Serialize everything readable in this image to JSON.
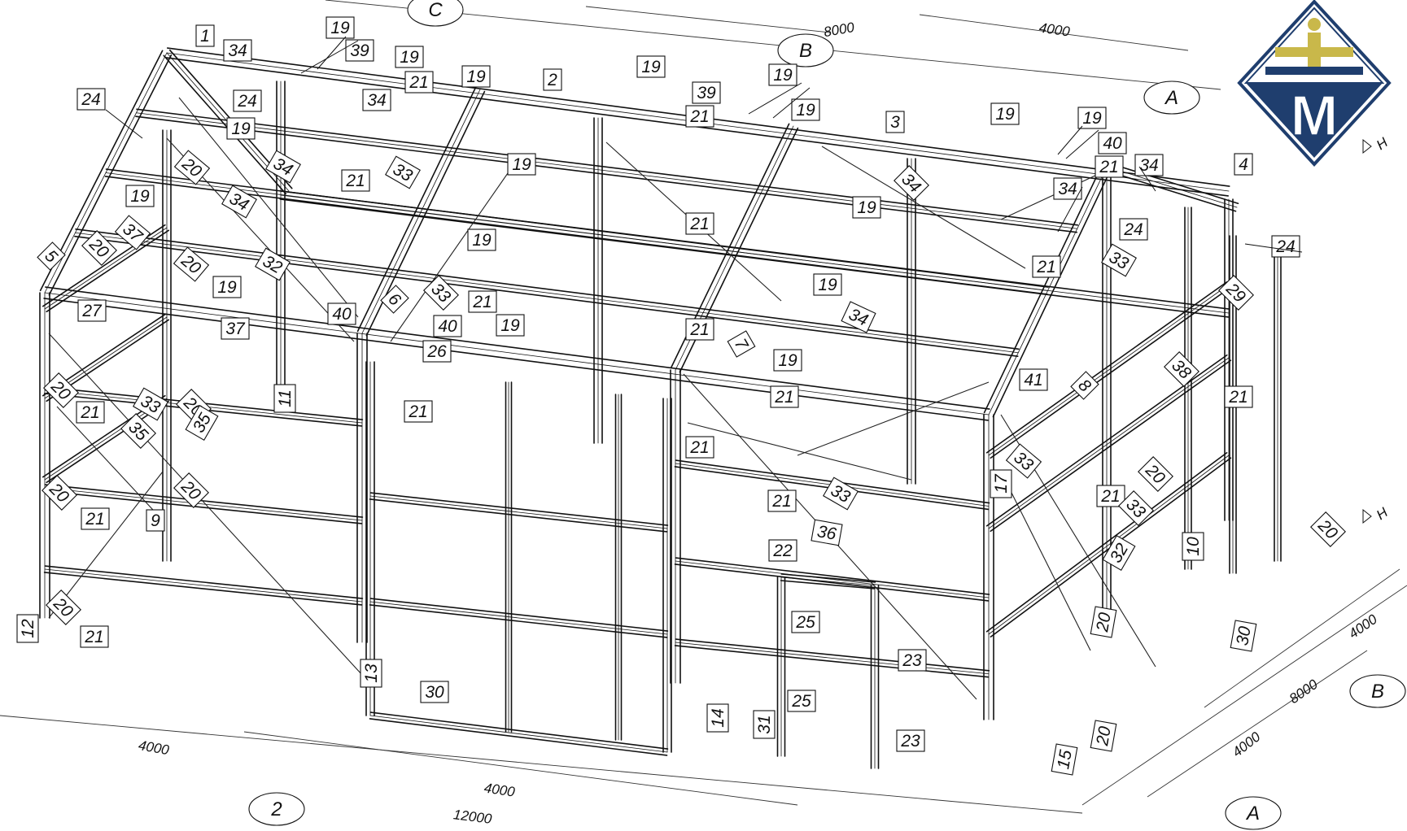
{
  "tags": [
    {
      "id": "t1",
      "text": "1"
    },
    {
      "id": "t2",
      "text": "34"
    },
    {
      "id": "t3",
      "text": "19"
    },
    {
      "id": "t4",
      "text": "39"
    },
    {
      "id": "t5",
      "text": "19"
    },
    {
      "id": "t6",
      "text": "21"
    },
    {
      "id": "t7",
      "text": "19"
    },
    {
      "id": "t8",
      "text": "2"
    },
    {
      "id": "t9",
      "text": "19"
    },
    {
      "id": "t10",
      "text": "39"
    },
    {
      "id": "t11",
      "text": "19"
    },
    {
      "id": "t12",
      "text": "21"
    },
    {
      "id": "t13",
      "text": "19"
    },
    {
      "id": "t14",
      "text": "3"
    },
    {
      "id": "t15",
      "text": "19"
    },
    {
      "id": "t16",
      "text": "19"
    },
    {
      "id": "t17",
      "text": "40"
    },
    {
      "id": "t18",
      "text": "21"
    },
    {
      "id": "t19",
      "text": "34"
    },
    {
      "id": "t20",
      "text": "4"
    },
    {
      "id": "t21",
      "text": "24"
    },
    {
      "id": "t22",
      "text": "24"
    },
    {
      "id": "t23",
      "text": "19"
    },
    {
      "id": "t24",
      "text": "34"
    },
    {
      "id": "t25",
      "text": "19"
    },
    {
      "id": "t26",
      "text": "34"
    },
    {
      "id": "t27",
      "text": "20"
    },
    {
      "id": "t28",
      "text": "33"
    },
    {
      "id": "t29",
      "text": "21"
    },
    {
      "id": "t30",
      "text": "34"
    },
    {
      "id": "t31",
      "text": "19"
    },
    {
      "id": "t32",
      "text": "37"
    },
    {
      "id": "t33",
      "text": "5"
    },
    {
      "id": "t34",
      "text": "20"
    },
    {
      "id": "t35",
      "text": "20"
    },
    {
      "id": "t36",
      "text": "32"
    },
    {
      "id": "t37",
      "text": "19"
    },
    {
      "id": "t38",
      "text": "34"
    },
    {
      "id": "t39",
      "text": "19"
    },
    {
      "id": "t40",
      "text": "21"
    },
    {
      "id": "t41",
      "text": "19"
    },
    {
      "id": "t42",
      "text": "34"
    },
    {
      "id": "t43",
      "text": "24"
    },
    {
      "id": "t44",
      "text": "21"
    },
    {
      "id": "t45",
      "text": "33"
    },
    {
      "id": "t46",
      "text": "24"
    },
    {
      "id": "t47",
      "text": "27"
    },
    {
      "id": "t48",
      "text": "40"
    },
    {
      "id": "t49",
      "text": "6"
    },
    {
      "id": "t50",
      "text": "33"
    },
    {
      "id": "t51",
      "text": "21"
    },
    {
      "id": "t52",
      "text": "19"
    },
    {
      "id": "t53",
      "text": "40"
    },
    {
      "id": "t54",
      "text": "19"
    },
    {
      "id": "t55",
      "text": "34"
    },
    {
      "id": "t56",
      "text": "29"
    },
    {
      "id": "t57",
      "text": "37"
    },
    {
      "id": "t58",
      "text": "26"
    },
    {
      "id": "t59",
      "text": "21"
    },
    {
      "id": "t60",
      "text": "7"
    },
    {
      "id": "t61",
      "text": "19"
    },
    {
      "id": "t62",
      "text": "21"
    },
    {
      "id": "t63",
      "text": "41"
    },
    {
      "id": "t64",
      "text": "8"
    },
    {
      "id": "t65",
      "text": "38"
    },
    {
      "id": "t66",
      "text": "21"
    },
    {
      "id": "t67",
      "text": "20"
    },
    {
      "id": "t68",
      "text": "20"
    },
    {
      "id": "t69",
      "text": "33"
    },
    {
      "id": "t70",
      "text": "11"
    },
    {
      "id": "t71",
      "text": "21"
    },
    {
      "id": "t72",
      "text": "35"
    },
    {
      "id": "t73",
      "text": "35"
    },
    {
      "id": "t74",
      "text": "20"
    },
    {
      "id": "t75",
      "text": "21"
    },
    {
      "id": "t76",
      "text": "21"
    },
    {
      "id": "t77",
      "text": "33"
    },
    {
      "id": "t78",
      "text": "17"
    },
    {
      "id": "t79",
      "text": "20"
    },
    {
      "id": "t80",
      "text": "21"
    },
    {
      "id": "t81",
      "text": "9"
    },
    {
      "id": "t82",
      "text": "20"
    },
    {
      "id": "t83",
      "text": "21"
    },
    {
      "id": "t84",
      "text": "21"
    },
    {
      "id": "t85",
      "text": "33"
    },
    {
      "id": "t86",
      "text": "36"
    },
    {
      "id": "t87",
      "text": "22"
    },
    {
      "id": "t88",
      "text": "33"
    },
    {
      "id": "t89",
      "text": "32"
    },
    {
      "id": "t90",
      "text": "10"
    },
    {
      "id": "t91",
      "text": "20"
    },
    {
      "id": "t92",
      "text": "20"
    },
    {
      "id": "t93",
      "text": "21"
    },
    {
      "id": "t94",
      "text": "12"
    },
    {
      "id": "t95",
      "text": "25"
    },
    {
      "id": "t96",
      "text": "23"
    },
    {
      "id": "t97",
      "text": "13"
    },
    {
      "id": "t98",
      "text": "30"
    },
    {
      "id": "t99",
      "text": "25"
    },
    {
      "id": "t100",
      "text": "14"
    },
    {
      "id": "t101",
      "text": "31"
    },
    {
      "id": "t102",
      "text": "23"
    },
    {
      "id": "t103",
      "text": "20"
    },
    {
      "id": "t104",
      "text": "15"
    },
    {
      "id": "t105",
      "text": "30"
    },
    {
      "id": "t106",
      "text": "20"
    }
  ],
  "dimensions": [
    {
      "id": "d1",
      "text": "8000"
    },
    {
      "id": "d2",
      "text": "4000"
    },
    {
      "id": "d3",
      "text": "4000"
    },
    {
      "id": "d4",
      "text": "4000"
    },
    {
      "id": "d5",
      "text": "12000"
    },
    {
      "id": "d6",
      "text": "4000"
    },
    {
      "id": "d7",
      "text": "8000"
    },
    {
      "id": "d8",
      "text": "4000"
    }
  ],
  "axes": [
    {
      "id": "a1",
      "text": "C"
    },
    {
      "id": "a2",
      "text": "B"
    },
    {
      "id": "a3",
      "text": "A"
    },
    {
      "id": "a4",
      "text": "2"
    },
    {
      "id": "a5",
      "text": "B"
    },
    {
      "id": "a6",
      "text": "A"
    }
  ],
  "level_marks": [
    {
      "id": "h1",
      "text": "H"
    },
    {
      "id": "h2",
      "text": "H"
    }
  ],
  "logo": {
    "letter": "M",
    "colors": {
      "navy": "#1f3e6e",
      "gold": "#c9b84a",
      "white": "#ffffff"
    }
  }
}
